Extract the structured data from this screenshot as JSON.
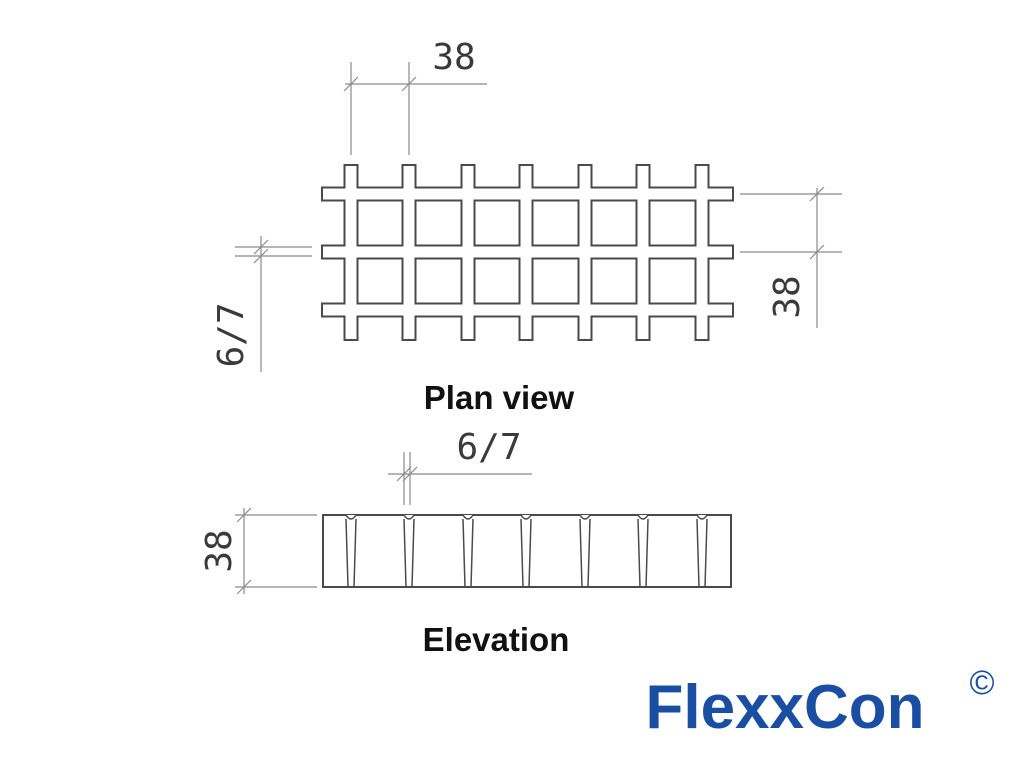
{
  "plan_view": {
    "caption": "Plan view",
    "dim_top": "38",
    "dim_right": "38",
    "dim_left": "6/7"
  },
  "elevation": {
    "caption": "Elevation",
    "dim_top": "6/7",
    "dim_left": "38"
  },
  "logo": {
    "text": "FlexxCon",
    "copyright": "©",
    "color": "#1a4ea2"
  },
  "colors": {
    "line": "#4a4a4a",
    "dim_line": "#8a8a8a"
  }
}
